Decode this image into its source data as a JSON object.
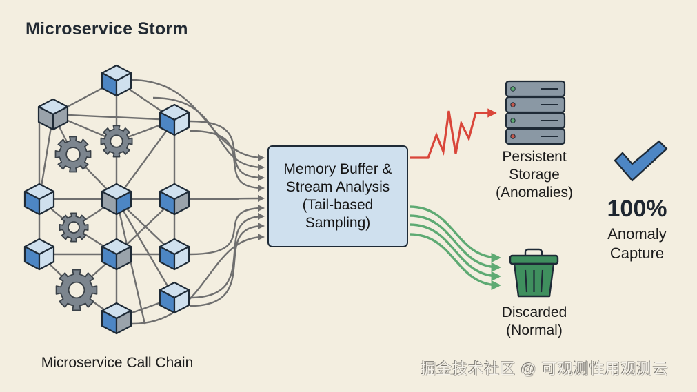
{
  "title": "Microservice Storm",
  "left_caption": "Microservice Call Chain",
  "buffer": {
    "lines": [
      "Memory Buffer &",
      "Stream Analysis",
      "(Tail-based",
      "Sampling)"
    ]
  },
  "storage": {
    "lines": [
      "Persistent",
      "Storage",
      "(Anomalies)"
    ],
    "icon": "server-icon"
  },
  "discard": {
    "lines": [
      "Discarded",
      "(Normal)"
    ],
    "icon": "trash-icon"
  },
  "result": {
    "percent": "100%",
    "lines": [
      "Anomaly",
      "Capture"
    ],
    "icon": "checkmark-icon"
  },
  "watermark": "掘金技术社区 @ 可观测性用观测云",
  "colors": {
    "background": "#f3eee0",
    "cube_light": "#cfe0ee",
    "cube_blue": "#4d86c4",
    "cube_gray": "#9aa3ab",
    "gear": "#7c858e",
    "link": "#6f6f6f",
    "anomaly_arrow": "#d9463a",
    "normal_arrow": "#5eaa73",
    "trash": "#3f8f5e",
    "check": "#4d86c4",
    "server": "#8a98a4"
  }
}
